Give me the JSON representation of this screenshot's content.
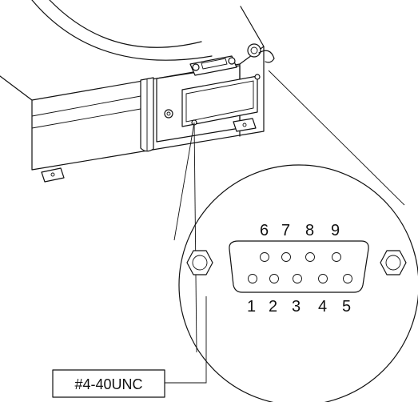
{
  "connector": {
    "top_row_pins": [
      "6",
      "7",
      "8",
      "9"
    ],
    "bottom_row_pins": [
      "1",
      "2",
      "3",
      "4",
      "5"
    ]
  },
  "callout": {
    "screw_label": "#4-40UNC"
  }
}
